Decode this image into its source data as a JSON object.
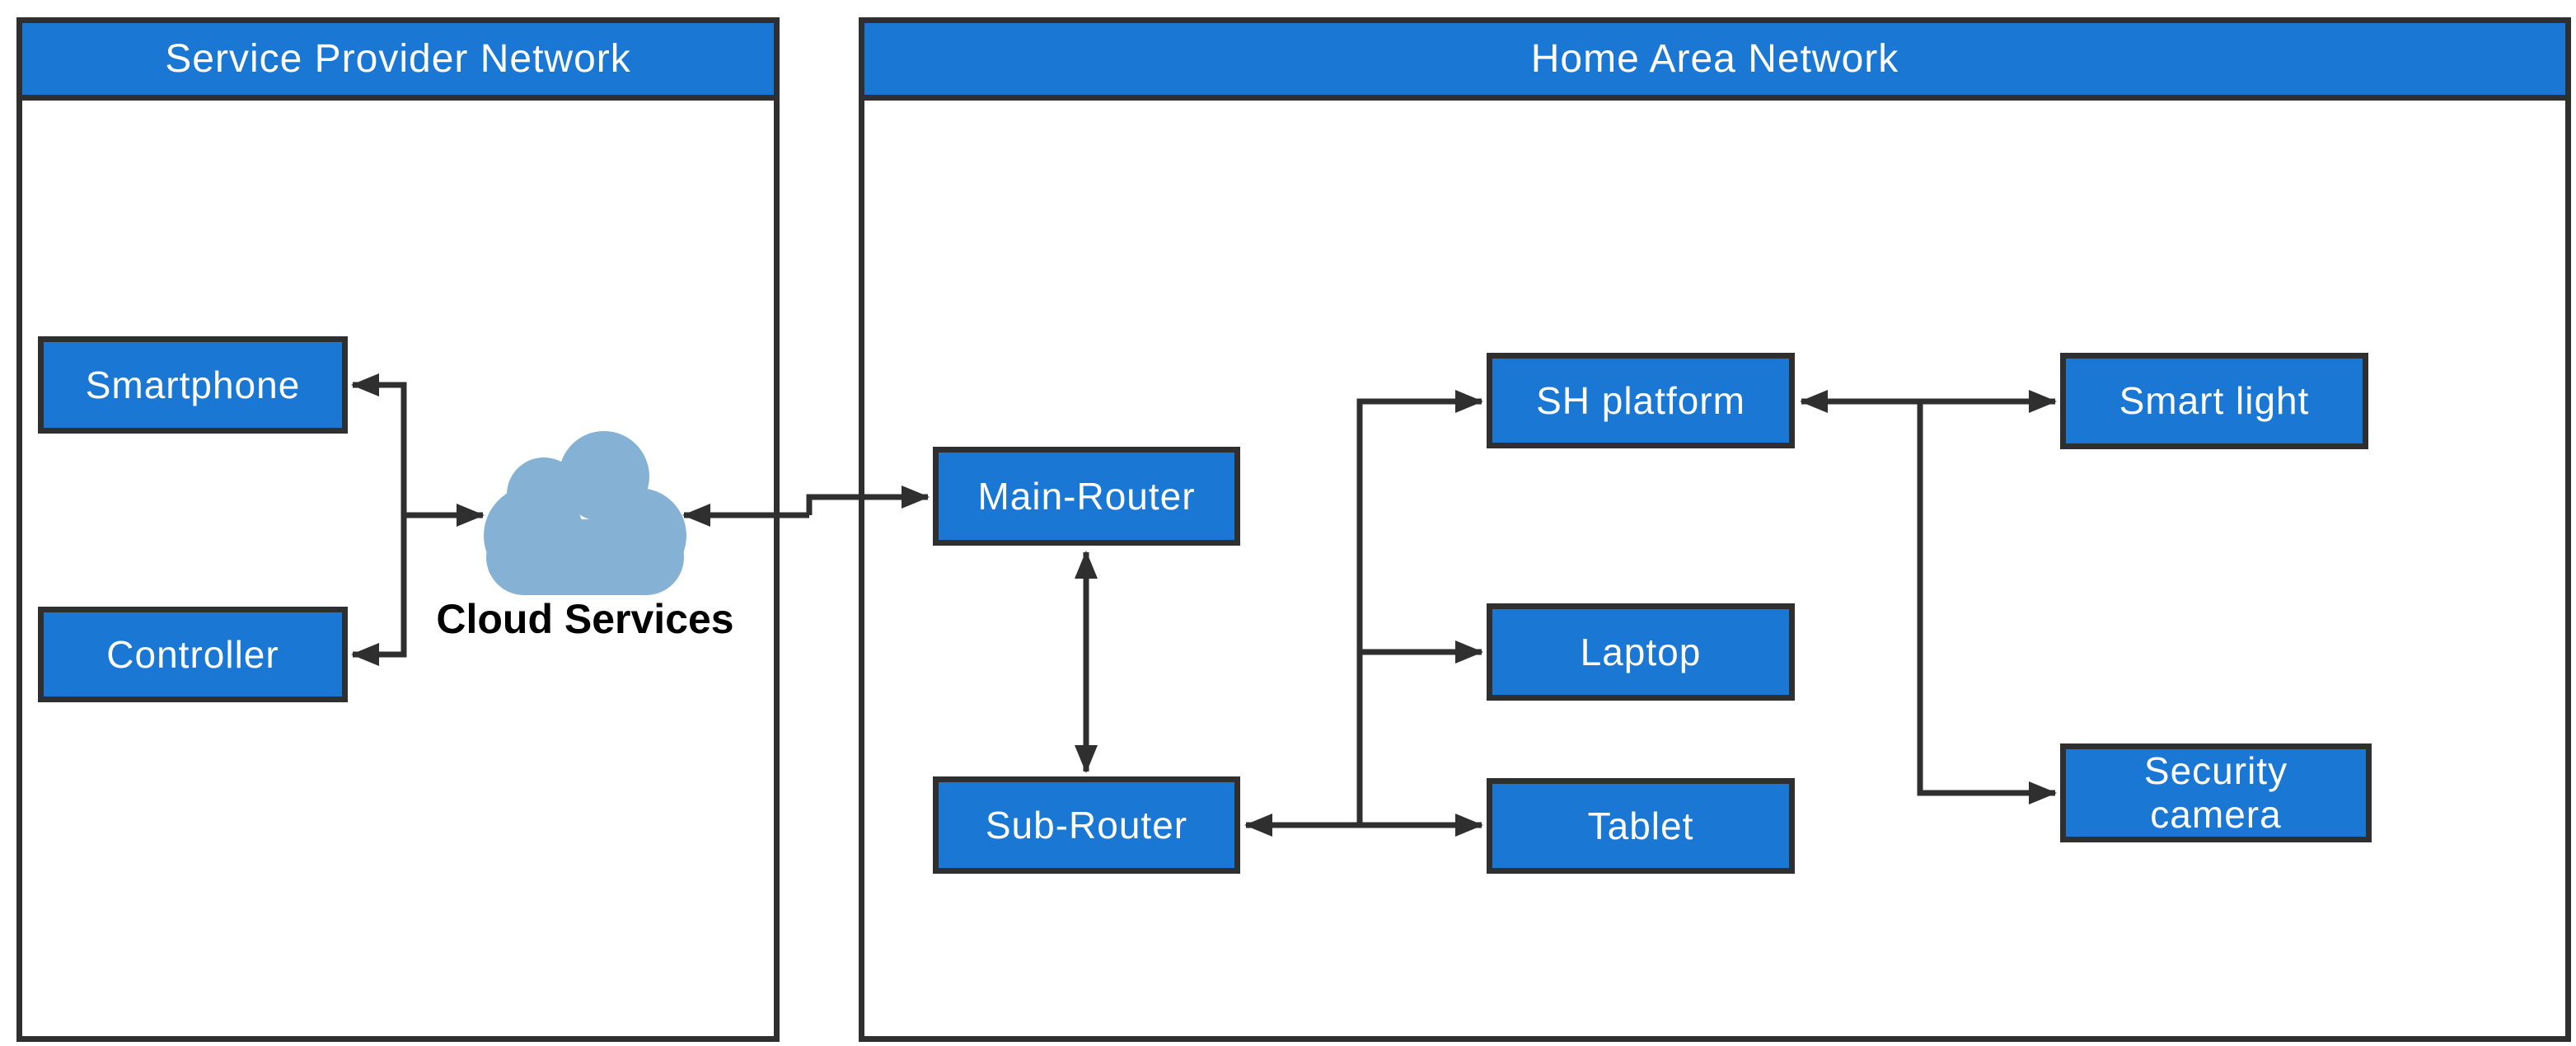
{
  "diagram": {
    "containers": [
      {
        "id": "service_provider_network",
        "title": "Service Provider Network"
      },
      {
        "id": "home_area_network",
        "title": "Home Area Network"
      }
    ],
    "nodes": [
      {
        "id": "smartphone",
        "label": "Smartphone",
        "container": "service_provider_network",
        "shape": "box"
      },
      {
        "id": "controller",
        "label": "Controller",
        "container": "service_provider_network",
        "shape": "box"
      },
      {
        "id": "cloud_services",
        "label": "Cloud Services",
        "container": "service_provider_network",
        "shape": "cloud"
      },
      {
        "id": "main_router",
        "label": "Main-Router",
        "container": "home_area_network",
        "shape": "box"
      },
      {
        "id": "sub_router",
        "label": "Sub-Router",
        "container": "home_area_network",
        "shape": "box"
      },
      {
        "id": "sh_platform",
        "label": "SH platform",
        "container": "home_area_network",
        "shape": "box"
      },
      {
        "id": "laptop",
        "label": "Laptop",
        "container": "home_area_network",
        "shape": "box"
      },
      {
        "id": "tablet",
        "label": "Tablet",
        "container": "home_area_network",
        "shape": "box"
      },
      {
        "id": "smart_light",
        "label": "Smart light",
        "container": "home_area_network",
        "shape": "box"
      },
      {
        "id": "security_camera",
        "label": "Security\ncamera",
        "container": "home_area_network",
        "shape": "box"
      }
    ],
    "edges": [
      {
        "id": "cloud_to_smartphone",
        "from": "cloud_services",
        "to": "smartphone",
        "arrow_into": [
          "smartphone"
        ]
      },
      {
        "id": "cloud_to_controller",
        "from": "cloud_services",
        "to": "controller",
        "arrow_into": [
          "controller"
        ]
      },
      {
        "id": "devices_to_cloud",
        "from": "smartphone",
        "to": "cloud_services",
        "arrow_into": [
          "cloud_services"
        ],
        "note": "branch from shared Smartphone/Controller junction"
      },
      {
        "id": "main_router_to_cloud",
        "from": "main_router",
        "to": "cloud_services",
        "arrow_into": [
          "cloud_services"
        ]
      },
      {
        "id": "cloud_to_main_router",
        "from": "cloud_services",
        "to": "main_router",
        "arrow_into": [
          "main_router"
        ]
      },
      {
        "id": "main_router_sub_router",
        "from": "main_router",
        "to": "sub_router",
        "arrow_into": [
          "main_router",
          "sub_router"
        ]
      },
      {
        "id": "sub_router_tablet",
        "from": "sub_router",
        "to": "tablet",
        "arrow_into": [
          "sub_router",
          "tablet"
        ]
      },
      {
        "id": "junction_to_sh_platform",
        "from": "sub_router",
        "to": "sh_platform",
        "arrow_into": [
          "sh_platform"
        ]
      },
      {
        "id": "junction_to_laptop",
        "from": "sub_router",
        "to": "laptop",
        "arrow_into": [
          "laptop"
        ]
      },
      {
        "id": "sh_platform_smart_light",
        "from": "sh_platform",
        "to": "smart_light",
        "arrow_into": [
          "sh_platform",
          "smart_light"
        ]
      },
      {
        "id": "junction_to_security_camera",
        "from": "smart_light",
        "to": "security_camera",
        "arrow_into": [
          "security_camera"
        ]
      }
    ],
    "colors": {
      "node_fill": "#1a78d4",
      "node_border": "#2f2f2f",
      "connector": "#2f2f2f",
      "cloud_fill": "#85b2d4",
      "node_text": "#ffffff",
      "cloud_label_text": "#000000",
      "background": "#ffffff"
    }
  }
}
